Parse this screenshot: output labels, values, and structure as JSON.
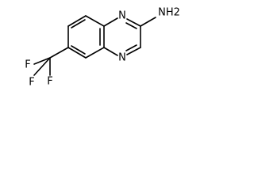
{
  "molecule": {
    "labels": {
      "n1": "N",
      "n4": "N",
      "amine": "NH2",
      "f1": "F",
      "f2": "F",
      "f3": "F"
    }
  }
}
